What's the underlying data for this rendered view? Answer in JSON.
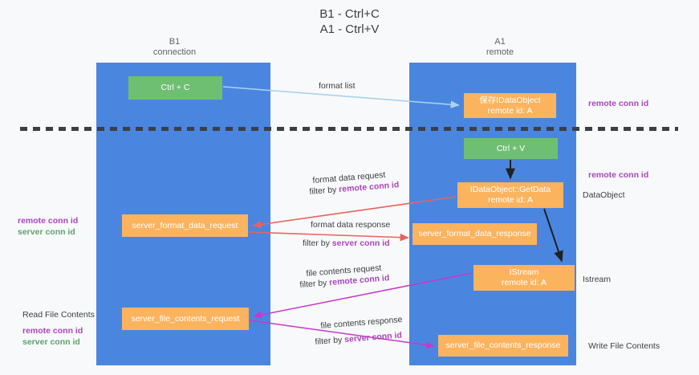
{
  "title": {
    "line1": "B1 - Ctrl+C",
    "line2": "A1 - Ctrl+V"
  },
  "columns": [
    {
      "name": "B1",
      "sub": "connection"
    },
    {
      "name": "A1",
      "sub": "remote"
    }
  ],
  "nodes": {
    "ctrl_c": {
      "label": "Ctrl + C",
      "color": "#6fbf73"
    },
    "save_idataobject": {
      "line1": "保存IDataObject",
      "line2": "remote id: A",
      "color": "#fbb35e"
    },
    "ctrl_v": {
      "label": "Ctrl + V",
      "color": "#6fbf73"
    },
    "getdata": {
      "line1": "IDataObject::GetData",
      "line2": "remote id: A",
      "color": "#fbb35e"
    },
    "server_format_data_request": {
      "label": "server_format_data_request",
      "color": "#fbb35e"
    },
    "server_format_data_response": {
      "label": "server_format_data_response",
      "color": "#fbb35e"
    },
    "istream": {
      "line1": "IStream",
      "line2": "remote id: A",
      "color": "#fbb35e"
    },
    "server_file_contents_request": {
      "label": "server_file_contents_request",
      "color": "#fbb35e"
    },
    "server_file_contents_response": {
      "label": "server_file_contents_response",
      "color": "#fbb35e"
    }
  },
  "edge_labels": {
    "format_list": "format list",
    "format_data_request": "format data request",
    "format_data_request_filter_prefix": "filter by ",
    "format_data_request_filter_key": "remote conn id",
    "format_data_response": "format data response",
    "format_data_response_filter_prefix": "filter by ",
    "format_data_response_filter_key": "server conn id",
    "file_contents_request": "file contents request",
    "file_contents_request_filter_prefix": "filter by ",
    "file_contents_request_filter_key": "remote conn id",
    "file_contents_response": "file contents response",
    "file_contents_response_filter_prefix": "filter by ",
    "file_contents_response_filter_key": "server conn id"
  },
  "annotations": {
    "right_remote_conn_id_top": "remote conn id",
    "right_remote_conn_id_mid": "remote conn id",
    "right_dataobject": "DataObject",
    "right_istream": "Istream",
    "right_write_file_contents": "Write File Contents",
    "left_remote_conn_id_1": "remote conn id",
    "left_server_conn_id_1": "server conn id",
    "left_read_file_contents": "Read File Contents",
    "left_remote_conn_id_2": "remote conn id",
    "left_server_conn_id_2": "server conn id"
  },
  "colors": {
    "lane": "#4a86e0",
    "green_node": "#6fbf73",
    "orange_node": "#fbb35e",
    "purple_text": "#aa46bc",
    "green_text": "#5aa469",
    "arrow_light_blue": "#a9d2f0",
    "arrow_red": "#e8635c",
    "arrow_magenta": "#c838c8",
    "arrow_black": "#202124",
    "divider": "#3c4043",
    "background": "#f8f9fa"
  }
}
